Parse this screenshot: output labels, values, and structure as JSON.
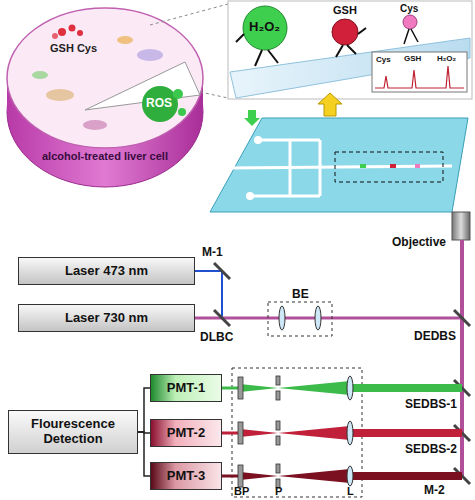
{
  "diagram": {
    "nodes": [
      {
        "text": [
          "Laser 473 nm"
        ]
      },
      {
        "text": [
          "Laser 730 nm"
        ]
      },
      {
        "text": [
          "PMT-1"
        ]
      },
      {
        "text": [
          "PMT-2"
        ]
      },
      {
        "text": [
          "PMT-3"
        ]
      },
      {
        "text": [
          "Flourescence Detection"
        ]
      }
    ],
    "edges": [
      {
        "from": 5,
        "to": 2,
        "arrow": "none"
      },
      {
        "from": 5,
        "to": 3,
        "arrow": "none"
      },
      {
        "from": 5,
        "to": 4,
        "arrow": "none"
      }
    ],
    "labels": [
      "GSH Cys",
      "ROS",
      "alcohol-treated liver cell",
      "H₂O₂",
      "GSH",
      "Cys",
      "Cys",
      "GSH",
      "H₂O₂",
      "Objective",
      "M-1",
      "BE",
      "DLBC",
      "DEDBS",
      "SEDBS-1",
      "SEDBS-2",
      "M-2",
      "BP",
      "P",
      "L"
    ]
  }
}
